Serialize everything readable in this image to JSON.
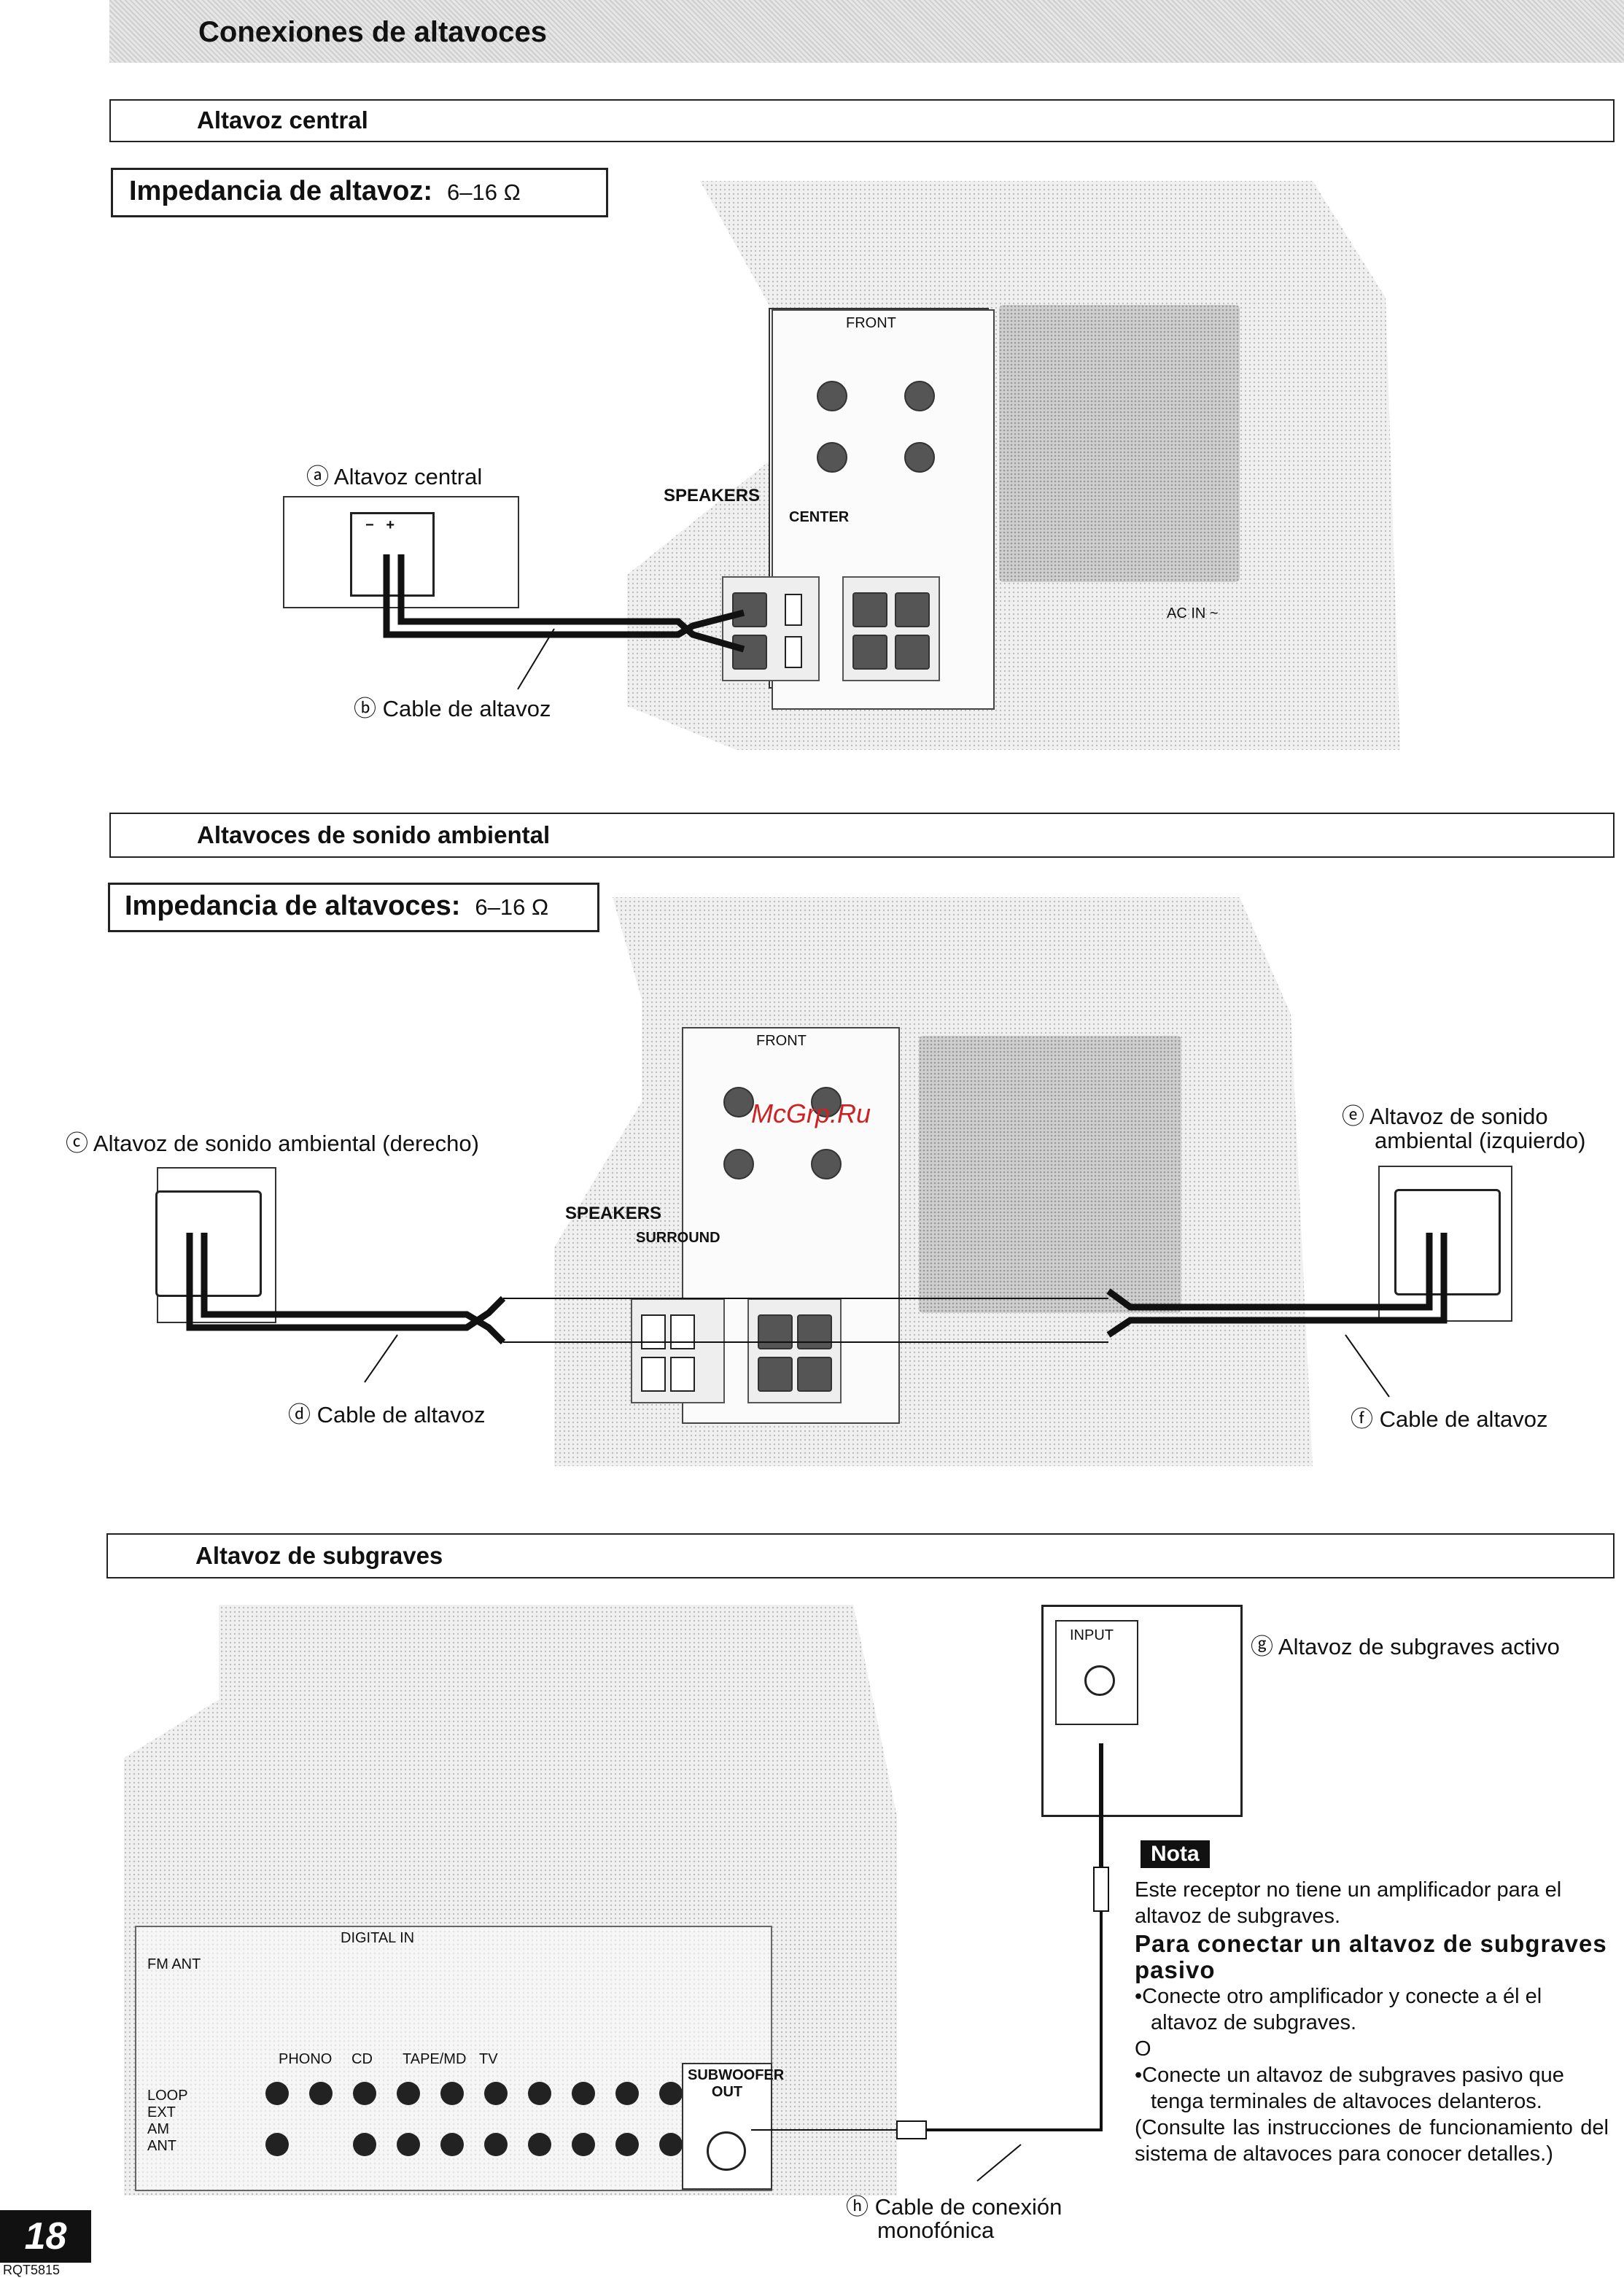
{
  "header": {
    "title": "Conexiones de altavoces"
  },
  "section_center": {
    "title": "Altavoz central",
    "impedance_label": "Impedancia de altavoz:",
    "impedance_value": "6–16 Ω",
    "speaker_label": "ⓐ Altavoz central",
    "cable_label": "ⓑ Cable de altavoz",
    "panel": {
      "front": "FRONT",
      "speakers": "SPEAKERS",
      "center": "CENTER",
      "ac_in": "AC IN ~"
    }
  },
  "section_surround": {
    "title": "Altavoces de sonido ambiental",
    "impedance_label": "Impedancia de altavoces:",
    "impedance_value": "6–16 Ω",
    "right_speaker_label": "ⓒ Altavoz de sonido ambiental (derecho)",
    "right_cable_label": "ⓓ Cable de altavoz",
    "left_speaker_label_1": "ⓔ Altavoz de sonido",
    "left_speaker_label_2": "ambiental (izquierdo)",
    "left_cable_label": "ⓕ Cable de altavoz",
    "panel": {
      "front": "FRONT",
      "speakers": "SPEAKERS",
      "surround": "SURROUND"
    }
  },
  "section_sub": {
    "title": "Altavoz de subgraves",
    "active_sub_label": "ⓖ Altavoz de subgraves activo",
    "input_label": "INPUT",
    "subwoofer_out": "SUBWOOFER OUT",
    "cable_label_1": "ⓗ Cable de conexión",
    "cable_label_2": "monofónica",
    "panel": {
      "digital_in": "DIGITAL IN",
      "phono": "PHONO",
      "cd": "CD",
      "tape": "TAPE/MD",
      "tv": "TV",
      "fm_ant": "FM ANT",
      "am_ant": "LOOP EXT AM ANT"
    }
  },
  "nota": {
    "badge": "Nota",
    "text": "Este receptor no tiene un amplificador para el altavoz de subgraves.",
    "heading": "Para conectar un altavoz de subgraves pasivo",
    "bullet1": "Conecte otro amplificador y conecte a él el altavoz de subgraves.",
    "or": "O",
    "bullet2": "Conecte un altavoz de subgraves pasivo que tenga terminales de altavoces delanteros.",
    "consult": "(Consulte las instrucciones de funcionamiento del sistema de altavoces para conocer detalles.)"
  },
  "watermark": "McGrp.Ru",
  "footer": {
    "page_number": "18",
    "code": "RQT5815"
  }
}
